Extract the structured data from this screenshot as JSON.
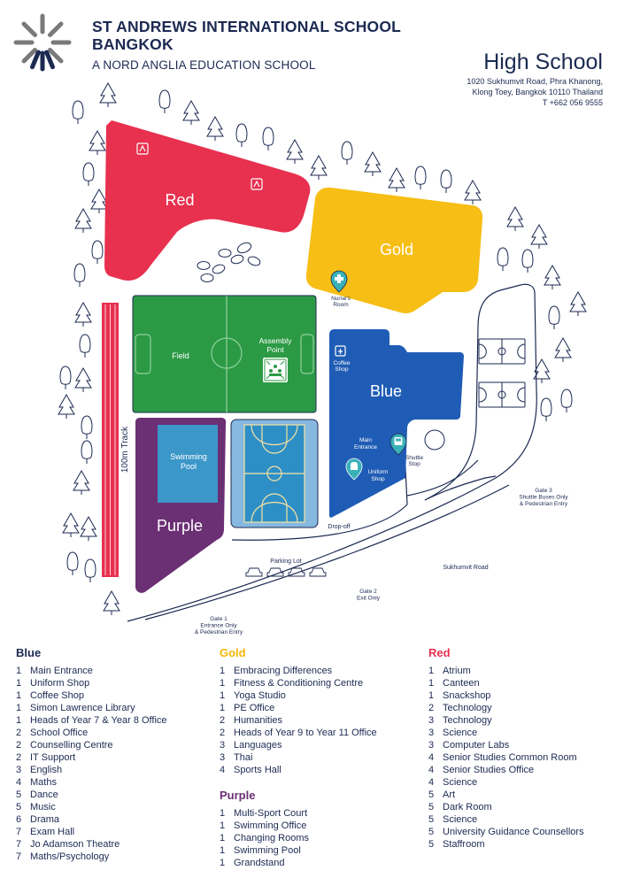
{
  "header": {
    "school_line1": "ST ANDREWS INTERNATIONAL SCHOOL",
    "school_line2": "BANGKOK",
    "school_sub": "A NORD ANGLIA EDUCATION SCHOOL",
    "campus_title": "High School",
    "address_lines": [
      "1020 Sukhumvit Road, Phra Khanong,",
      "Klong Toey, Bangkok 10110 Thailand",
      "T +662 056 9555"
    ]
  },
  "map": {
    "zones": {
      "red": {
        "label": "Red",
        "color": "#e8304f"
      },
      "gold": {
        "label": "Gold",
        "color": "#f7be15"
      },
      "blue": {
        "label": "Blue",
        "color": "#1f5cb5"
      },
      "purple": {
        "label": "Purple",
        "color": "#6b2f74"
      },
      "field": {
        "label": "Field",
        "color": "#2c9a45"
      }
    },
    "labels": {
      "assembly_line1": "Assembly",
      "assembly_line2": "Point",
      "swim_line1": "Swimming",
      "swim_line2": "Pool",
      "track": "100m Track",
      "nurse_line1": "Nurse's",
      "nurse_line2": "Room",
      "coffee_line1": "Coffee",
      "coffee_line2": "Shop",
      "main_entrance_line1": "Main",
      "main_entrance_line2": "Entrance",
      "uniform_line1": "Uniform",
      "uniform_line2": "Shop",
      "shuttle_line1": "Shuttle",
      "shuttle_line2": "Stop",
      "dropoff": "Drop-off",
      "parking": "Parking Lot",
      "sukhumvit": "Sukhumvit Road",
      "gate1_line1": "Gate 1",
      "gate1_line2": "Entrance Only",
      "gate1_line3": "& Pedestrian Entry",
      "gate2_line1": "Gate 2",
      "gate2_line2": "Exit Only",
      "gate3_line1": "Gate 3",
      "gate3_line2": "Shuttle Buses Only",
      "gate3_line3": "& Pedestrian Entry"
    },
    "icons": [
      "school-logo-icon",
      "tree-icon",
      "lift-icon",
      "nurse-pin-icon",
      "coffee-icon",
      "assembly-icon",
      "uniform-pin-icon",
      "shuttle-pin-icon",
      "car-icon",
      "basketball-court-icon"
    ]
  },
  "legend": {
    "blue": {
      "title": "Blue",
      "color": "#1c2a52",
      "items": [
        {
          "n": "1",
          "t": "Main Entrance"
        },
        {
          "n": "1",
          "t": "Uniform Shop"
        },
        {
          "n": "1",
          "t": "Coffee Shop"
        },
        {
          "n": "1",
          "t": "Simon Lawrence Library"
        },
        {
          "n": "1",
          "t": "Heads of Year 7 & Year 8 Office"
        },
        {
          "n": "2",
          "t": "School Office"
        },
        {
          "n": "2",
          "t": "Counselling Centre"
        },
        {
          "n": "2",
          "t": "IT Support"
        },
        {
          "n": "3",
          "t": "English"
        },
        {
          "n": "4",
          "t": "Maths"
        },
        {
          "n": "5",
          "t": "Dance"
        },
        {
          "n": "5",
          "t": "Music"
        },
        {
          "n": "6",
          "t": "Drama"
        },
        {
          "n": "7",
          "t": "Exam Hall"
        },
        {
          "n": "7",
          "t": "Jo Adamson Theatre"
        },
        {
          "n": "7",
          "t": "Maths/Psychology"
        }
      ]
    },
    "gold": {
      "title": "Gold",
      "color": "#f2b705",
      "items": [
        {
          "n": "1",
          "t": "Embracing Differences"
        },
        {
          "n": "1",
          "t": "Fitness & Conditioning Centre"
        },
        {
          "n": "1",
          "t": "Yoga Studio"
        },
        {
          "n": "1",
          "t": "PE Office"
        },
        {
          "n": "2",
          "t": "Humanities"
        },
        {
          "n": "2",
          "t": "Heads of Year 9 to Year 11 Office"
        },
        {
          "n": "3",
          "t": "Languages"
        },
        {
          "n": "3",
          "t": "Thai"
        },
        {
          "n": "4",
          "t": "Sports Hall"
        }
      ]
    },
    "purple": {
      "title": "Purple",
      "items": [
        {
          "n": "1",
          "t": "Multi-Sport Court"
        },
        {
          "n": "1",
          "t": "Swimming Office"
        },
        {
          "n": "1",
          "t": "Changing Rooms"
        },
        {
          "n": "1",
          "t": "Swimming Pool"
        },
        {
          "n": "1",
          "t": "Grandstand"
        }
      ]
    },
    "red": {
      "title": "Red",
      "color": "#e8304f",
      "items": [
        {
          "n": "1",
          "t": "Atrium"
        },
        {
          "n": "1",
          "t": "Canteen"
        },
        {
          "n": "1",
          "t": "Snackshop"
        },
        {
          "n": "2",
          "t": "Technology"
        },
        {
          "n": "3",
          "t": "Technology"
        },
        {
          "n": "3",
          "t": "Science"
        },
        {
          "n": "3",
          "t": "Computer Labs"
        },
        {
          "n": "4",
          "t": "Senior Studies Common Room"
        },
        {
          "n": "4",
          "t": "Senior Studies Office"
        },
        {
          "n": "4",
          "t": "Science"
        },
        {
          "n": "5",
          "t": "Art"
        },
        {
          "n": "5",
          "t": "Dark Room"
        },
        {
          "n": "5",
          "t": "Science"
        },
        {
          "n": "5",
          "t": "University Guidance Counsellors"
        },
        {
          "n": "5",
          "t": "Staffroom"
        }
      ]
    }
  }
}
